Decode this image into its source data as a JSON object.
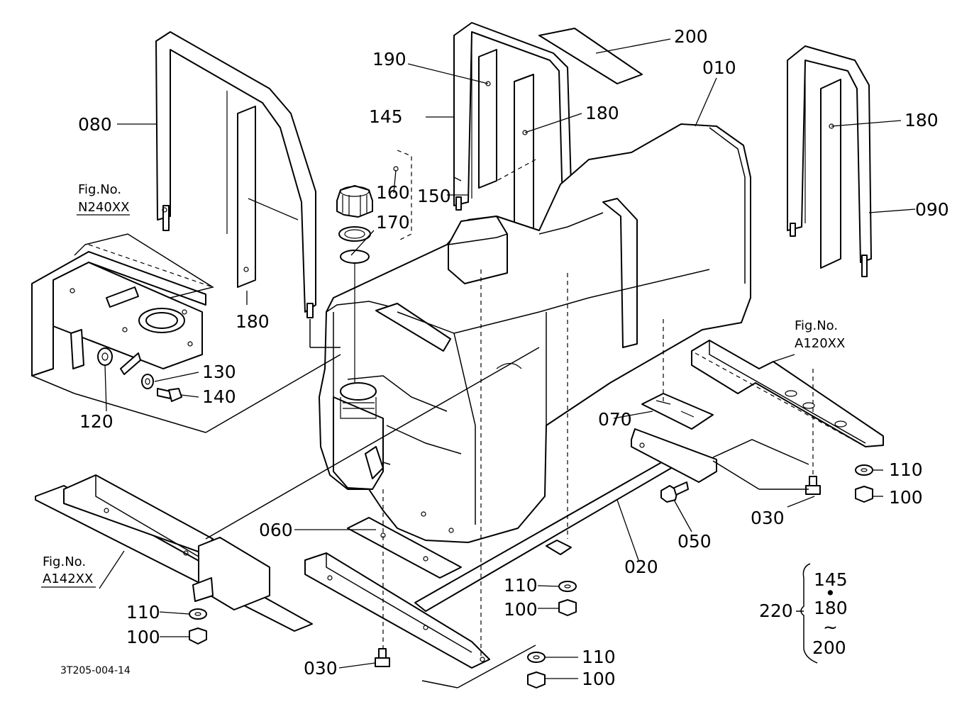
{
  "drawing_code": "3T205-004-14",
  "fig_refs": [
    {
      "fig": "Fig.No.",
      "no": "N240XX"
    },
    {
      "fig": "Fig.No.",
      "no": "A120XX"
    },
    {
      "fig": "Fig.No.",
      "no": "A142XX"
    }
  ],
  "callouts": {
    "p010": "010",
    "p020": "020",
    "p030a": "030",
    "p030b": "030",
    "p050": "050",
    "p060": "060",
    "p070": "070",
    "p080": "080",
    "p090": "090",
    "p100a": "100",
    "p100b": "100",
    "p100c": "100",
    "p100d": "100",
    "p110a": "110",
    "p110b": "110",
    "p110c": "110",
    "p110d": "110",
    "p120": "120",
    "p130": "130",
    "p140": "140",
    "p145": "145",
    "p150": "150",
    "p160": "160",
    "p170": "170",
    "p180a": "180",
    "p180b": "180",
    "p180c": "180",
    "p190": "190",
    "p200": "200"
  },
  "kit": {
    "label": "220",
    "items": [
      "145",
      "•",
      "180",
      "~",
      "200"
    ]
  }
}
